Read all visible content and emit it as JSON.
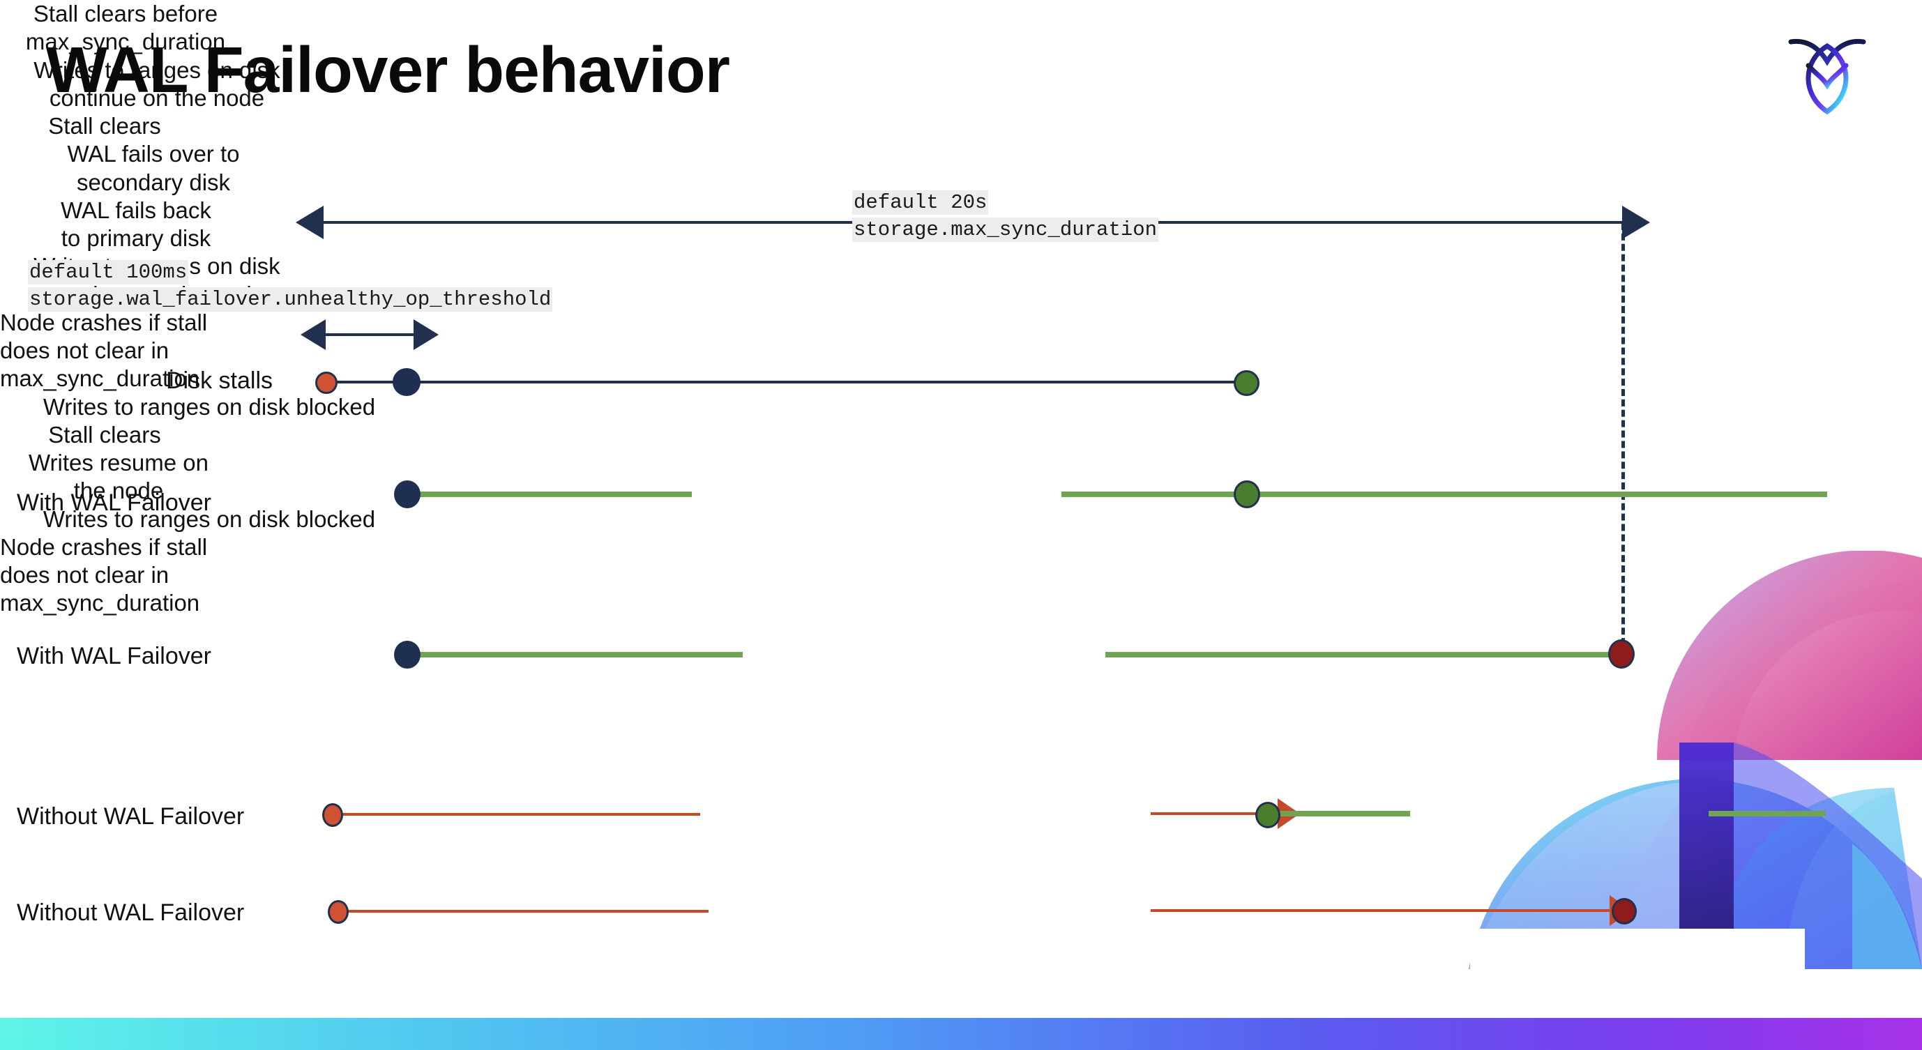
{
  "slide": {
    "title": "WAL Failover behavior",
    "logo_name": "cockroachdb-logo"
  },
  "annotations": {
    "max_sync": {
      "line1": "default 20s",
      "line2": "storage.max_sync_duration"
    },
    "unhealthy_op": {
      "line1": "default 100ms",
      "line2": "storage.wal_failover.unhealthy_op_threshold"
    }
  },
  "rows": [
    {
      "label": "Disk stalls",
      "notes": [
        {
          "id": "stall-clears-before",
          "line1": "Stall clears before",
          "line2": "max_sync_duration"
        }
      ]
    },
    {
      "label": "With WAL Failover",
      "notes": [
        {
          "id": "writes-continue-1",
          "line1": "Writes to ranges on disk",
          "line2": "continue on the node"
        },
        {
          "id": "stall-clears-1",
          "line1": "Stall clears",
          "line2": ""
        },
        {
          "id": "wal-fails-over",
          "line1": "WAL fails over to",
          "line2": "secondary disk"
        },
        {
          "id": "wal-fails-back",
          "line1": "WAL fails  back",
          "line2": "to primary disk"
        }
      ]
    },
    {
      "label": "With WAL Failover",
      "notes": [
        {
          "id": "writes-continue-2",
          "line1": "Writes to ranges on disk",
          "line2": "continue on the node"
        },
        {
          "id": "node-crashes-1",
          "line1": "Node crashes if stall",
          "line2": "does not clear in",
          "line3": "max_sync_duration"
        }
      ]
    },
    {
      "label": "Without WAL Failover",
      "notes": [
        {
          "id": "writes-blocked-1",
          "line1": "Writes to ranges on disk  blocked",
          "line2": ""
        },
        {
          "id": "stall-clears-2",
          "line1": "Stall clears",
          "line2": ""
        },
        {
          "id": "writes-resume",
          "line1": "Writes resume on",
          "line2": "the node"
        }
      ]
    },
    {
      "label": "Without WAL Failover",
      "notes": [
        {
          "id": "writes-blocked-2",
          "line1": "Writes to ranges on disk  blocked",
          "line2": ""
        },
        {
          "id": "node-crashes-2",
          "line1": "Node crashes if stall",
          "line2": "does not clear in",
          "line3": "max_sync_duration"
        }
      ]
    }
  ],
  "colors": {
    "navy": "#22304f",
    "green": "#70a352",
    "red_line": "#c44a28",
    "dot_orange": "#cf5333",
    "dot_navy": "#1e2f52",
    "dot_green": "#4a7d2c",
    "dot_darkred": "#8f1c1c",
    "code_bg": "#ededed"
  }
}
